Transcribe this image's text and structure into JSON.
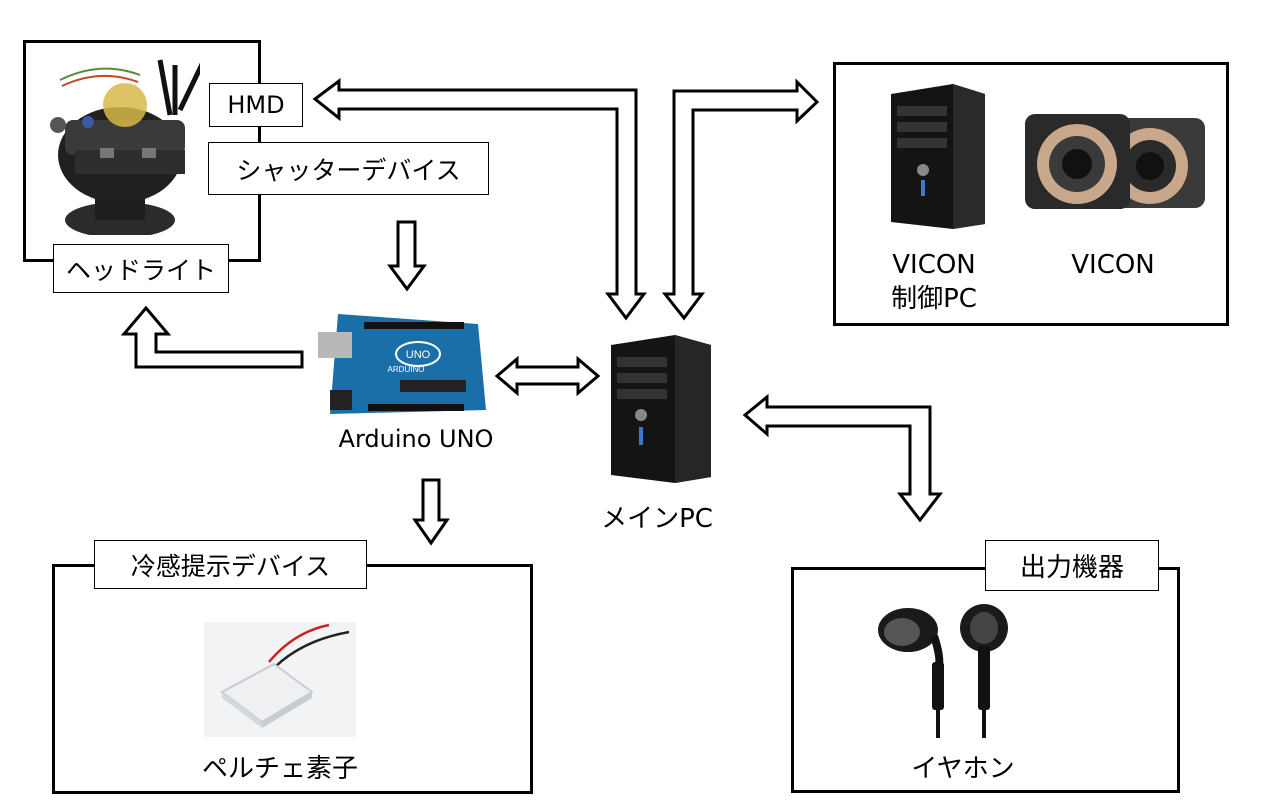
{
  "labels": {
    "hmd": "HMD",
    "shutter": "シャッターデバイス",
    "headlight": "ヘッドライト",
    "arduino": "Arduino UNO",
    "main_pc": "メインPC",
    "vicon_pc_line1": "VICON",
    "vicon_pc_line2": "制御PC",
    "vicon": "VICON",
    "cooling": "冷感提示デバイス",
    "peltier": "ペルチェ素子",
    "output": "出力機器",
    "earphone": "イヤホン"
  },
  "device_logos": {
    "arduino_board": "UNO",
    "arduino_brand": "ARDUINO"
  },
  "colors": {
    "arduino_board": "#1b6fa8",
    "pc_body": "#141414",
    "camera_body": "#2a2a2a",
    "camera_ring": "#c8a78a",
    "peltier_white": "#eef0f2",
    "wire_red": "#cc2222",
    "wire_black": "#222222"
  }
}
